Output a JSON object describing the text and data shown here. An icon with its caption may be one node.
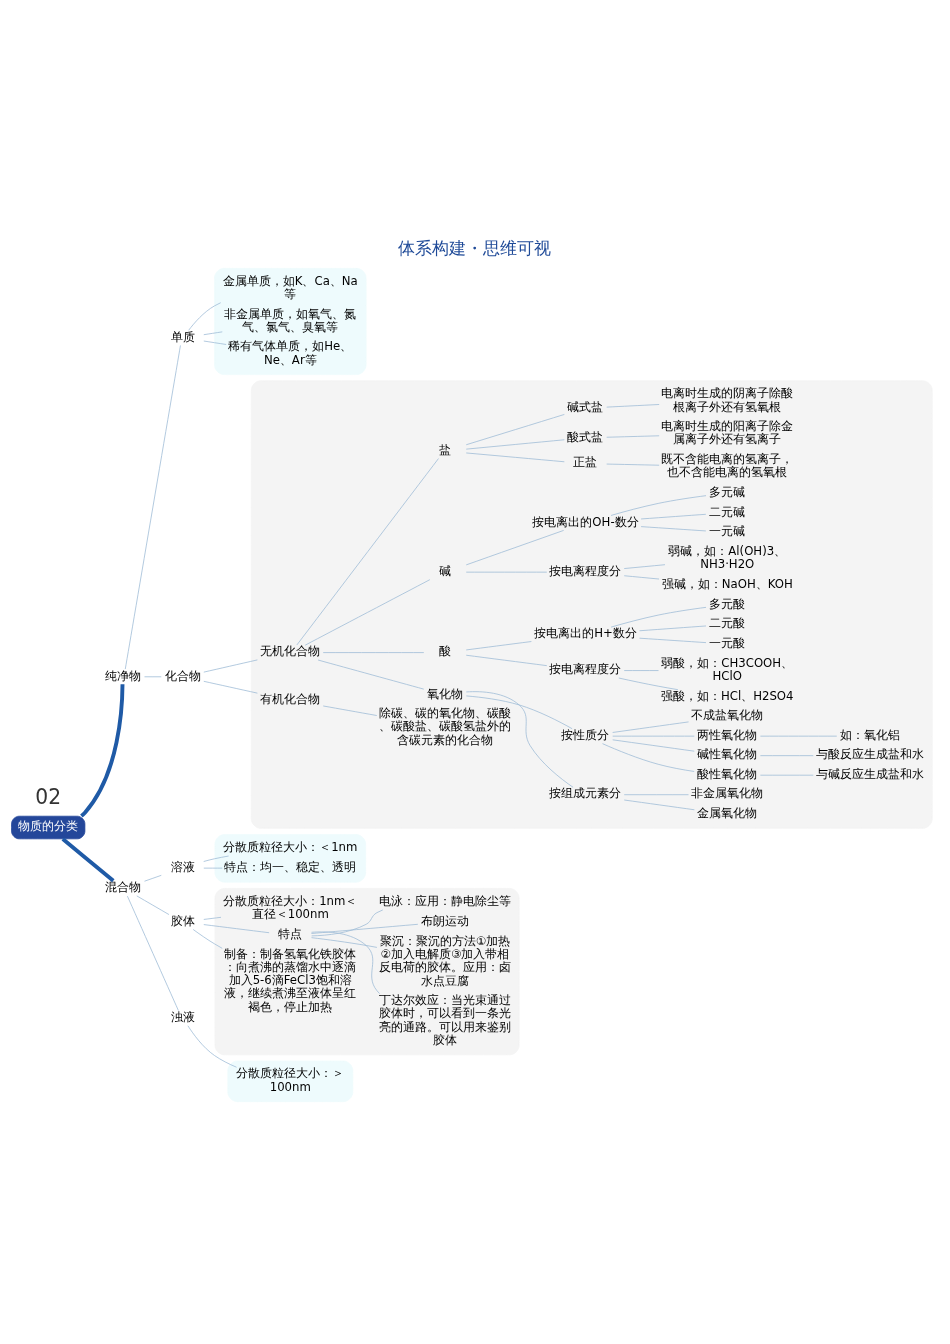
{
  "diagram": {
    "title": "体系构建・思维可视",
    "nodes": [
      {
        "text": [
          "物质的分类"
        ]
      },
      {
        "text": [
          "纯净物"
        ]
      },
      {
        "text": [
          "单质"
        ]
      },
      {
        "text": [],
        "shape": "box"
      },
      {
        "text": [
          "金属单质，如K、Ca、Na等"
        ],
        "in": 3
      },
      {
        "text": [
          "非金属单质，如氧气、氮气、氯气、臭氧等"
        ],
        "in": 3
      },
      {
        "text": [
          "稀有气体单质，如He、Ne、Ar等"
        ],
        "in": 3
      },
      {
        "text": [
          "化合物"
        ]
      },
      {
        "text": [],
        "shape": "box"
      },
      {
        "text": [
          "无机化合物"
        ],
        "in": 8
      },
      {
        "text": [
          "氧化物"
        ],
        "in": 8
      },
      {
        "text": [
          "按组成元素分"
        ],
        "in": 8
      },
      {
        "text": [
          "金属氧化物"
        ],
        "in": 8
      },
      {
        "text": [
          "非金属氧化物"
        ],
        "in": 8
      },
      {
        "text": [
          "按性质分"
        ],
        "in": 8
      },
      {
        "text": [
          "酸性氧化物"
        ],
        "in": 8
      },
      {
        "text": [
          "与碱反应生成盐和水"
        ],
        "in": 8
      },
      {
        "text": [
          "碱性氧化物"
        ],
        "in": 8
      },
      {
        "text": [
          "与酸反应生成盐和水"
        ],
        "in": 8
      },
      {
        "text": [
          "两性氧化物"
        ],
        "in": 8
      },
      {
        "text": [
          "如：氧化铝"
        ],
        "in": 8
      },
      {
        "text": [
          "不成盐氧化物"
        ],
        "in": 8
      },
      {
        "text": [
          "酸"
        ],
        "in": 8
      },
      {
        "text": [
          "按电离程度分"
        ],
        "in": 8
      },
      {
        "text": [
          "强酸，如：HCl、H2SO4"
        ],
        "in": 8
      },
      {
        "text": [
          "弱酸，如：CH3COOH、HClO"
        ],
        "in": 8
      },
      {
        "text": [
          "按电离出的H+数分"
        ],
        "in": 8
      },
      {
        "text": [
          "一元酸"
        ],
        "in": 8
      },
      {
        "text": [
          "二元酸"
        ],
        "in": 8
      },
      {
        "text": [
          "多元酸"
        ],
        "in": 8
      },
      {
        "text": [
          "碱"
        ],
        "in": 8
      },
      {
        "text": [
          "按电离程度分"
        ],
        "in": 8
      },
      {
        "text": [
          "强碱，如：NaOH、KOH"
        ],
        "in": 8
      },
      {
        "text": [
          "弱碱，如：Al(OH)3、NH3·H2O"
        ],
        "in": 8
      },
      {
        "text": [
          "按电离出的OH-数分"
        ],
        "in": 8
      },
      {
        "text": [
          "一元碱"
        ],
        "in": 8
      },
      {
        "text": [
          "二元碱"
        ],
        "in": 8
      },
      {
        "text": [
          "多元碱"
        ],
        "in": 8
      },
      {
        "text": [
          "盐"
        ],
        "in": 8
      },
      {
        "text": [
          "正盐"
        ],
        "in": 8
      },
      {
        "text": [
          "既不含能电离的氢离子，也不含能电离的氢氧根"
        ],
        "in": 8
      },
      {
        "text": [
          "酸式盐"
        ],
        "in": 8
      },
      {
        "text": [
          "电离时生成的阳离子除金属离子外还有氢离子"
        ],
        "in": 8
      },
      {
        "text": [
          "碱式盐"
        ],
        "in": 8
      },
      {
        "text": [
          "电离时生成的阴离子除酸根离子外还有氢氧根"
        ],
        "in": 8
      },
      {
        "text": [
          "有机化合物"
        ],
        "in": 8
      },
      {
        "text": [
          "除碳、碳的氧化物、碳酸、碳酸盐、碳酸氢盐外的含碳元素的化合物"
        ],
        "in": 8
      },
      {
        "text": [
          "混合物"
        ]
      },
      {
        "text": [
          "溶液"
        ]
      },
      {
        "text": [],
        "shape": "box"
      },
      {
        "text": [
          "分散质粒径大小：＜1nm"
        ],
        "in": 49
      },
      {
        "text": [
          "特点：均一、稳定、透明"
        ],
        "in": 49
      },
      {
        "text": [
          "胶体"
        ]
      },
      {
        "text": [],
        "shape": "box"
      },
      {
        "text": [
          "分散质粒径大小：1nm＜直径＜100nm"
        ],
        "in": 53
      },
      {
        "text": [
          "特点"
        ],
        "in": 53
      },
      {
        "text": [
          "丁达尔效应：当光束通过胶体时，可以看到一条光亮的通路。可以用来鉴别胶体"
        ],
        "in": 53
      },
      {
        "text": [
          "聚沉：聚沉的方法①加热②加入电解质③加入带相反电荷的胶体。应用：卤水点豆腐"
        ],
        "in": 53
      },
      {
        "text": [
          "布朗运动"
        ],
        "in": 53
      },
      {
        "text": [
          "电泳：应用：静电除尘等"
        ],
        "in": 53
      },
      {
        "text": [
          "制备：制备氢氧化铁胶体：向煮沸的蒸馏水中逐滴加入5-6滴FeCl3饱和溶液，继续煮沸至液体呈红褐色，停止加热"
        ],
        "in": 53
      },
      {
        "text": [
          "浊液"
        ]
      },
      {
        "text": [],
        "shape": "box"
      },
      {
        "text": [
          "分散质粒径大小：＞100nm"
        ],
        "in": 62
      }
    ],
    "edges": [
      {
        "from": 0,
        "to": 1,
        "arrow": "none",
        "style": "thick",
        "color": "#1f5aa6"
      },
      {
        "from": 0,
        "to": 47,
        "arrow": "none",
        "style": "thick",
        "color": "#1f5aa6"
      },
      {
        "from": 1,
        "to": 2,
        "arrow": "none"
      },
      {
        "from": 1,
        "to": 7,
        "arrow": "none"
      },
      {
        "from": 2,
        "to": 4,
        "arrow": "none"
      },
      {
        "from": 2,
        "to": 5,
        "arrow": "none"
      },
      {
        "from": 2,
        "to": 6,
        "arrow": "none"
      },
      {
        "from": 7,
        "to": 9,
        "arrow": "none"
      },
      {
        "from": 7,
        "to": 45,
        "arrow": "none"
      },
      {
        "from": 9,
        "to": 10,
        "arrow": "none"
      },
      {
        "from": 9,
        "to": 22,
        "arrow": "none"
      },
      {
        "from": 9,
        "to": 30,
        "arrow": "none"
      },
      {
        "from": 9,
        "to": 38,
        "arrow": "none"
      },
      {
        "from": 10,
        "to": 11,
        "arrow": "none"
      },
      {
        "from": 10,
        "to": 14,
        "arrow": "none"
      },
      {
        "from": 11,
        "to": 12,
        "arrow": "none"
      },
      {
        "from": 11,
        "to": 13,
        "arrow": "none"
      },
      {
        "from": 14,
        "to": 15,
        "arrow": "none"
      },
      {
        "from": 14,
        "to": 17,
        "arrow": "none"
      },
      {
        "from": 14,
        "to": 19,
        "arrow": "none"
      },
      {
        "from": 14,
        "to": 21,
        "arrow": "none"
      },
      {
        "from": 15,
        "to": 16,
        "arrow": "none"
      },
      {
        "from": 17,
        "to": 18,
        "arrow": "none"
      },
      {
        "from": 19,
        "to": 20,
        "arrow": "none"
      },
      {
        "from": 22,
        "to": 23,
        "arrow": "none"
      },
      {
        "from": 22,
        "to": 26,
        "arrow": "none"
      },
      {
        "from": 23,
        "to": 24,
        "arrow": "none"
      },
      {
        "from": 23,
        "to": 25,
        "arrow": "none"
      },
      {
        "from": 26,
        "to": 27,
        "arrow": "none"
      },
      {
        "from": 26,
        "to": 28,
        "arrow": "none"
      },
      {
        "from": 26,
        "to": 29,
        "arrow": "none"
      },
      {
        "from": 30,
        "to": 31,
        "arrow": "none"
      },
      {
        "from": 30,
        "to": 34,
        "arrow": "none"
      },
      {
        "from": 31,
        "to": 32,
        "arrow": "none"
      },
      {
        "from": 31,
        "to": 33,
        "arrow": "none"
      },
      {
        "from": 34,
        "to": 35,
        "arrow": "none"
      },
      {
        "from": 34,
        "to": 36,
        "arrow": "none"
      },
      {
        "from": 34,
        "to": 37,
        "arrow": "none"
      },
      {
        "from": 38,
        "to": 39,
        "arrow": "none"
      },
      {
        "from": 38,
        "to": 41,
        "arrow": "none"
      },
      {
        "from": 38,
        "to": 43,
        "arrow": "none"
      },
      {
        "from": 39,
        "to": 40,
        "arrow": "none"
      },
      {
        "from": 41,
        "to": 42,
        "arrow": "none"
      },
      {
        "from": 43,
        "to": 44,
        "arrow": "none"
      },
      {
        "from": 45,
        "to": 46,
        "arrow": "none"
      },
      {
        "from": 47,
        "to": 48,
        "arrow": "none"
      },
      {
        "from": 47,
        "to": 52,
        "arrow": "none"
      },
      {
        "from": 47,
        "to": 61,
        "arrow": "none"
      },
      {
        "from": 48,
        "to": 50,
        "arrow": "none"
      },
      {
        "from": 48,
        "to": 51,
        "arrow": "none"
      },
      {
        "from": 52,
        "to": 54,
        "arrow": "none"
      },
      {
        "from": 52,
        "to": 55,
        "arrow": "none"
      },
      {
        "from": 52,
        "to": 60,
        "arrow": "none"
      },
      {
        "from": 55,
        "to": 56,
        "arrow": "none"
      },
      {
        "from": 55,
        "to": 57,
        "arrow": "none"
      },
      {
        "from": 55,
        "to": 58,
        "arrow": "none"
      },
      {
        "from": 55,
        "to": 59,
        "arrow": "none"
      },
      {
        "from": 61,
        "to": 63,
        "arrow": "none"
      }
    ],
    "labels": [
      "02"
    ]
  }
}
